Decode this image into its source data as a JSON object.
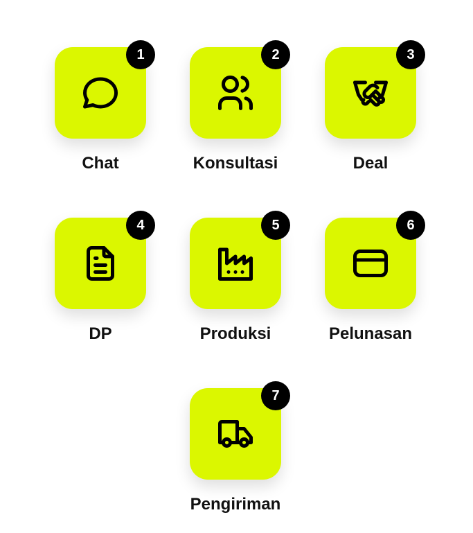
{
  "colors": {
    "tile": "#DBF700",
    "badge": "#000000",
    "badge_text": "#FFFFFF",
    "label": "#111111"
  },
  "steps": [
    {
      "number": "1",
      "label": "Chat",
      "icon": "chat-bubble-icon"
    },
    {
      "number": "2",
      "label": "Konsultasi",
      "icon": "users-icon"
    },
    {
      "number": "3",
      "label": "Deal",
      "icon": "handshake-icon"
    },
    {
      "number": "4",
      "label": "DP",
      "icon": "document-icon"
    },
    {
      "number": "5",
      "label": "Produksi",
      "icon": "factory-icon"
    },
    {
      "number": "6",
      "label": "Pelunasan",
      "icon": "credit-card-icon"
    },
    {
      "number": "7",
      "label": "Pengiriman",
      "icon": "truck-icon"
    }
  ]
}
